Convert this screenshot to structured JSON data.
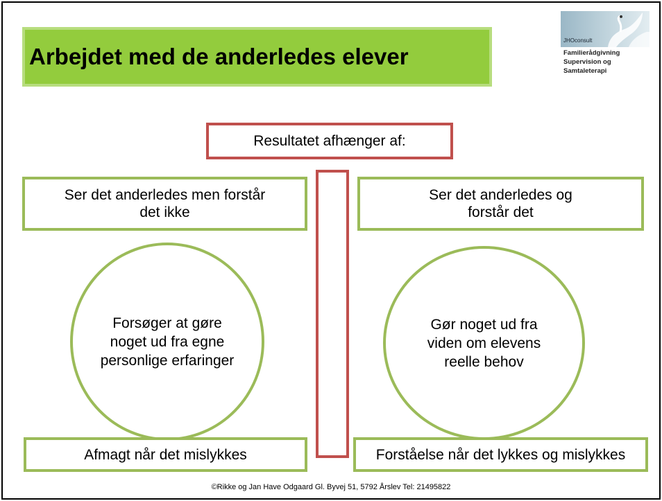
{
  "title": "Arbejdet med de anderledes elever",
  "logo": {
    "name": "JHOconsult",
    "lines": [
      "Familierådgivning",
      "Supervision og",
      "Samtaleterapi"
    ]
  },
  "center_box": "Resultatet afhænger af:",
  "left": {
    "top_box": "Ser det anderledes men forstår det ikke",
    "ellipse": "Forsøger at gøre noget ud fra egne personlige erfaringer",
    "bottom_box": "Afmagt når det mislykkes"
  },
  "right": {
    "top_box": "Ser det anderledes og forstår det",
    "ellipse": "Gør noget ud fra viden om elevens reelle behov",
    "bottom_box": "Forståelse når det lykkes og mislykkes"
  },
  "footer": "©Rikke og Jan Have Odgaard Gl. Byvej 51, 5792 Årslev Tel: 21495822",
  "colors": {
    "title_fill": "#93cc3d",
    "green_border": "#9bbb59",
    "red_border": "#c0504d"
  }
}
